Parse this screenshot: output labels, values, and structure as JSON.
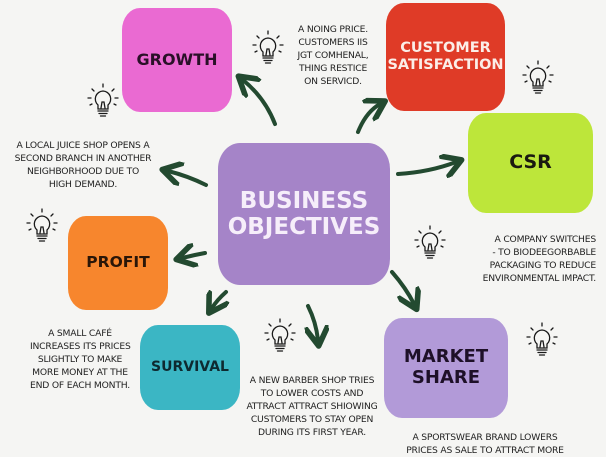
{
  "center": {
    "line1": "BUSINESS",
    "line2": "OBJECTIVES",
    "color": "#a584c8",
    "text_color": "#f6eefa"
  },
  "objectives": {
    "growth": {
      "label": "GROWTH",
      "color": "#ea6ad2",
      "text_color": "#2a1028"
    },
    "customer_satisfaction": {
      "line1": "CUSTOMER",
      "line2": "SATISFACTION",
      "color": "#df3b27",
      "text_color": "#fbeee8"
    },
    "csr": {
      "label": "CSR",
      "color": "#bde63a",
      "text_color": "#1a1a10"
    },
    "profit": {
      "label": "PROFIT",
      "color": "#f7862d",
      "text_color": "#2a1608"
    },
    "survival": {
      "label": "SURVIVAL",
      "color": "#3bb6c4",
      "text_color": "#0e2a30"
    },
    "market_share": {
      "line1": "MARKET",
      "line2": "SHARE",
      "color": "#b29ad8",
      "text_color": "#1e1028"
    }
  },
  "examples": {
    "growth": {
      "lines": [
        "A LOCAL JUICE SHOP OPENS A",
        "SECOND BRANCH IN ANOTHER",
        "NEIGHBORHOOD DUE TO",
        "HIGH DEMAND."
      ]
    },
    "customer_satisfaction": {
      "lines": [
        "A NOING PRICE.",
        "CUSTOMERS IIS",
        "JGT COMHENAL,",
        "THING RESTICE",
        "ON SERVICD."
      ]
    },
    "csr": {
      "lines": [
        "A COMPANY SWITCHES",
        "- TO BIODEEGORBABLE",
        "PACKAGING TO REDUCE",
        "ENVIRONMENTAL IMPACT."
      ]
    },
    "profit": {
      "lines": [
        "A SMALL CAFÉ",
        "INCREASES ITS PRICES",
        "SLIGHTLY TO MAKE",
        "MORE MONEY AT THE",
        "END OF EACH MONTH."
      ]
    },
    "survival": {
      "lines": [
        "A NEW BARBER SHOP TRIES",
        "TO LOWER COSTS AND",
        "ATTRACT ATTRACT SHIOWING",
        "CUSTOMERS TO STAY OPEN",
        "DURING ITS FIRST YEAR."
      ]
    },
    "market_share": {
      "lines": [
        "A SPORTSWEAR BRAND LOWERS",
        "PRICES AS SALE TO ATTRACT MORE"
      ]
    }
  },
  "icons": {
    "bulb": "lightbulb-icon",
    "arrow": "arrow-icon",
    "arrow_color": "#234a30"
  }
}
